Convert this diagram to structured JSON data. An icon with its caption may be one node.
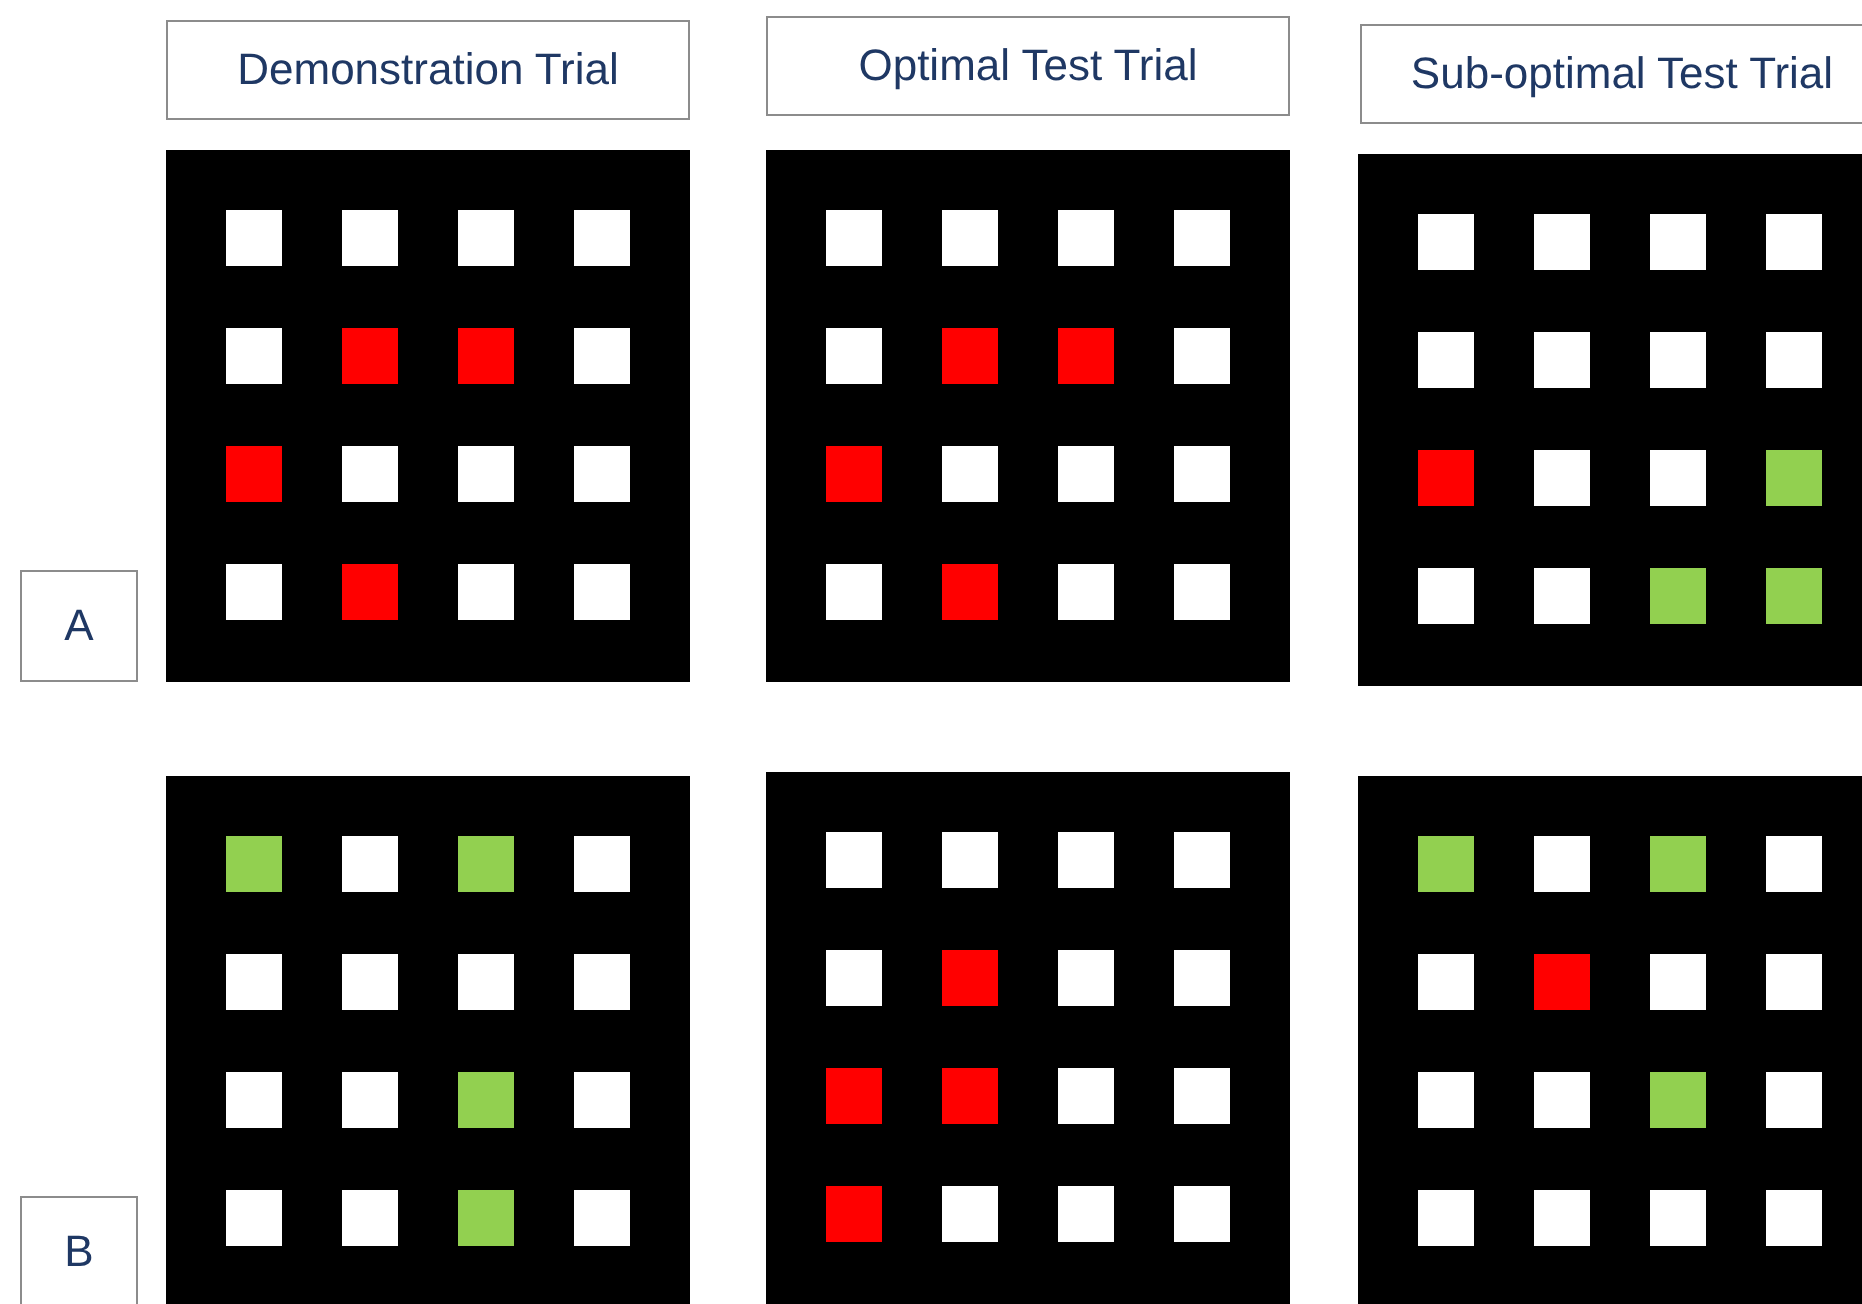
{
  "diagram": {
    "nodes": [
      {
        "text": [
          "Demonstration Trial"
        ]
      },
      {
        "text": [
          "Optimal Test Trial"
        ]
      },
      {
        "text": [
          "Sub-optimal Test Trial"
        ]
      },
      {
        "text": [
          "A"
        ]
      },
      {
        "text": [
          "B"
        ]
      }
    ],
    "edges": []
  }
}
